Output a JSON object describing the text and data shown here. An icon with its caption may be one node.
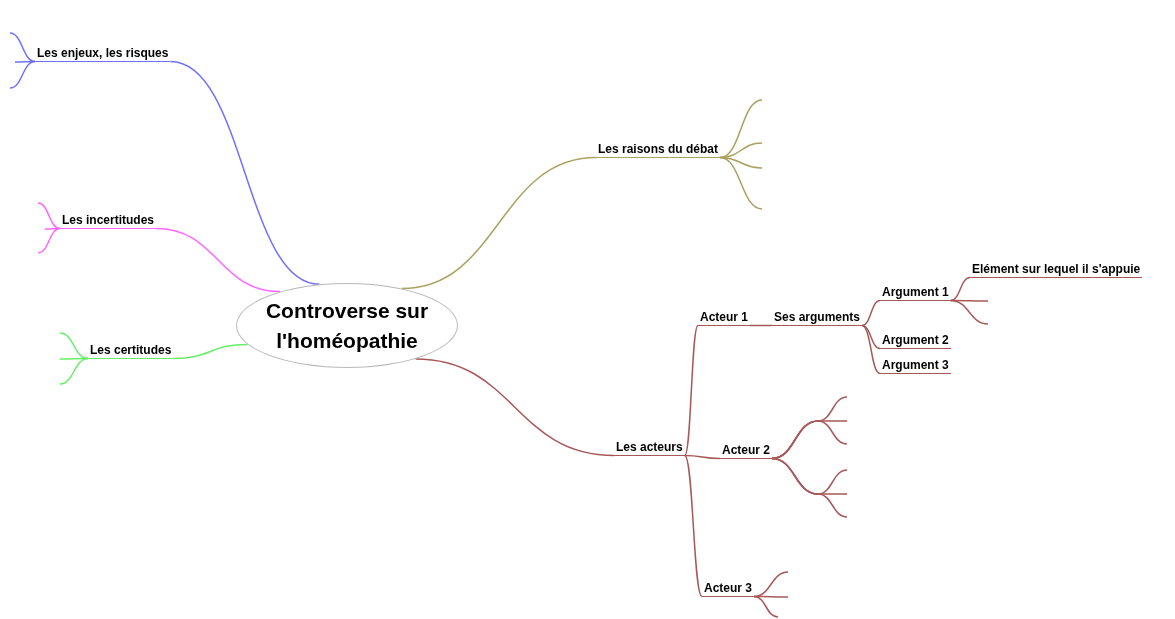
{
  "diagram": {
    "nodes": [
      {
        "text": [
          "Controverse sur l'homéopathie"
        ]
      },
      {
        "text": [
          "Les enjeux, les risques"
        ]
      },
      {
        "text": [
          "Les incertitudes"
        ]
      },
      {
        "text": [
          "Les certitudes"
        ]
      },
      {
        "text": [
          "Les raisons du débat"
        ]
      },
      {
        "text": [
          "Les acteurs"
        ]
      },
      {
        "text": [
          "Acteur 1"
        ]
      },
      {
        "text": [
          "Ses arguments"
        ]
      },
      {
        "text": [
          "Argument 1"
        ]
      },
      {
        "text": [
          "Elément sur lequel il s'appuie"
        ]
      },
      {
        "text": [
          "Argument 2"
        ]
      },
      {
        "text": [
          "Argument 3"
        ]
      },
      {
        "text": [
          "Acteur 2"
        ]
      },
      {
        "text": [
          "Acteur 3"
        ]
      }
    ],
    "edges": [
      {
        "from": 0,
        "to": 1,
        "arrow": "none",
        "color": "#7070ff"
      },
      {
        "from": 0,
        "to": 2,
        "arrow": "none",
        "color": "#ff66ff"
      },
      {
        "from": 0,
        "to": 3,
        "arrow": "none",
        "color": "#66ee66"
      },
      {
        "from": 0,
        "to": 4,
        "arrow": "none",
        "color": "#aaa060"
      },
      {
        "from": 0,
        "to": 5,
        "arrow": "none"
      },
      {
        "from": 5,
        "to": 6,
        "arrow": "none"
      },
      {
        "from": 5,
        "to": 12,
        "arrow": "none"
      },
      {
        "from": 5,
        "to": 13,
        "arrow": "none"
      },
      {
        "from": 6,
        "to": 7,
        "arrow": "none"
      },
      {
        "from": 7,
        "to": 8,
        "arrow": "none"
      },
      {
        "from": 7,
        "to": 10,
        "arrow": "none"
      },
      {
        "from": 7,
        "to": 11,
        "arrow": "none"
      },
      {
        "from": 8,
        "to": 9,
        "arrow": "none"
      },
      {
        "from": 1,
        "to": null,
        "arrow": "none",
        "color": "#7070ff"
      },
      {
        "from": 1,
        "to": null,
        "arrow": "none",
        "color": "#7070ff"
      },
      {
        "from": 1,
        "to": null,
        "arrow": "none",
        "color": "#7070ff"
      },
      {
        "from": 2,
        "to": null,
        "arrow": "none",
        "color": "#ff66ff"
      },
      {
        "from": 2,
        "to": null,
        "arrow": "none",
        "color": "#ff66ff"
      },
      {
        "from": 2,
        "to": null,
        "arrow": "none",
        "color": "#ff66ff"
      },
      {
        "from": 3,
        "to": null,
        "arrow": "none",
        "color": "#66ee66"
      },
      {
        "from": 3,
        "to": null,
        "arrow": "none",
        "color": "#66ee66"
      },
      {
        "from": 3,
        "to": null,
        "arrow": "none",
        "color": "#66ee66"
      },
      {
        "from": 4,
        "to": null,
        "arrow": "none",
        "color": "#aaa060"
      },
      {
        "from": 4,
        "to": null,
        "arrow": "none",
        "color": "#aaa060"
      },
      {
        "from": 4,
        "to": null,
        "arrow": "none",
        "color": "#aaa060"
      },
      {
        "from": 4,
        "to": null,
        "arrow": "none",
        "color": "#aaa060"
      },
      {
        "from": 8,
        "to": null,
        "arrow": "none"
      },
      {
        "from": 8,
        "to": null,
        "arrow": "none"
      },
      {
        "from": 12,
        "to": null,
        "arrow": "none"
      },
      {
        "from": 12,
        "to": null,
        "arrow": "none"
      },
      {
        "from": 12,
        "to": null,
        "arrow": "none"
      },
      {
        "from": 12,
        "to": null,
        "arrow": "none"
      },
      {
        "from": 12,
        "to": null,
        "arrow": "none"
      },
      {
        "from": 12,
        "to": null,
        "arrow": "none"
      },
      {
        "from": 13,
        "to": null,
        "arrow": "none"
      },
      {
        "from": 13,
        "to": null,
        "arrow": "none"
      },
      {
        "from": 13,
        "to": null,
        "arrow": "none"
      }
    ]
  }
}
